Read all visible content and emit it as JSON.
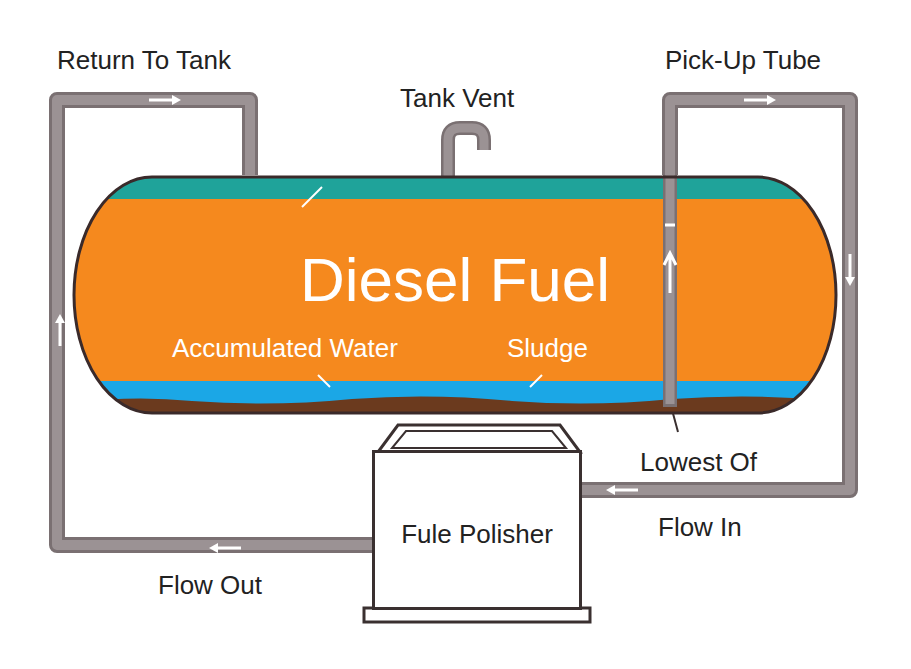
{
  "diagram": {
    "nodes": [
      {
        "text": [
          "Diesel Fuel"
        ]
      },
      {
        "text": [
          "Fule Polisher"
        ]
      }
    ],
    "edges": [
      {
        "from": 0,
        "to": 1,
        "arrow": "to",
        "label": "Flow In"
      },
      {
        "from": 1,
        "to": 0,
        "arrow": "to",
        "label": "Flow Out"
      }
    ],
    "labels": [
      "Return To Tank",
      "Tank Vent",
      "Pick-Up Tube",
      "Accumulated Water",
      "Sludge",
      "Lowest Of"
    ]
  }
}
